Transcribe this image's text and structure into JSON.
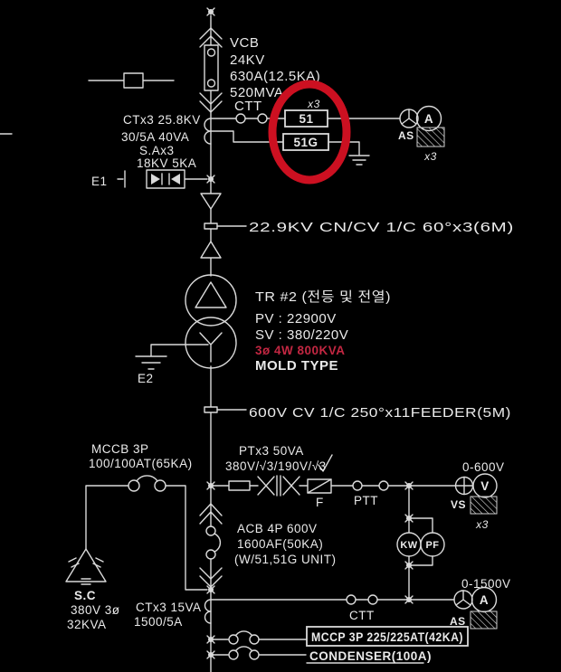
{
  "colors": {
    "background": "#000000",
    "line": "#dadada",
    "text": "#eaeaea",
    "highlight_circle": "#cc1021",
    "rating_red": "#c32742"
  },
  "hv": {
    "vcb": [
      "VCB",
      "24KV",
      "630A(12.5KA)",
      "520MVA"
    ],
    "ctt_label": "CTT",
    "relay_multiplier": "x3",
    "relay_oc": "51",
    "relay_gr": "51G",
    "ct_spec": [
      "CTx3 25.8KV",
      "30/5A 40VA",
      "S.Ax3",
      "18KV 5KA"
    ],
    "arrester_ground": "E1",
    "ammeter": {
      "letter": "A",
      "selector": "AS",
      "multiplier": "x3"
    },
    "cable": "22.9KV CN/CV 1/C 60°x3(6M)"
  },
  "tr": {
    "name": "TR #2 (전등 및 전열)",
    "pv": "PV : 22900V",
    "sv": "SV : 380/220V",
    "rating": "3ø 4W 800KVA",
    "type": "MOLD TYPE",
    "ground": "E2"
  },
  "lv": {
    "cable": "600V CV 1/C 250°x11FEEDER(5M)",
    "mccb": [
      "MCCB 3P",
      "100/100AT(65KA)"
    ],
    "pt_spec": [
      "PTx3 50VA",
      "380V/√3/190V/√3"
    ],
    "fuse_label": "F",
    "ptt_label": "PTT",
    "voltmeter": {
      "range": "0-600V",
      "letter": "V",
      "selector": "VS",
      "multiplier": "x3"
    },
    "acb": [
      "ACB 4P 600V",
      "1600AF(50KA)",
      "(W/51,51G UNIT)"
    ],
    "kw": "KW",
    "pf": "PF",
    "sc": [
      "S.C",
      "380V 3ø",
      "32KVA"
    ],
    "ct_spec": [
      "CTx3 15VA",
      "1500/5A"
    ],
    "ctt_label": "CTT",
    "ammeter": {
      "range": "0-1500V",
      "letter": "A",
      "selector": "AS"
    },
    "feeder_mccp": "MCCP 3P  225/225AT(42KA)",
    "feeder_condenser": "CONDENSER(100A)"
  }
}
